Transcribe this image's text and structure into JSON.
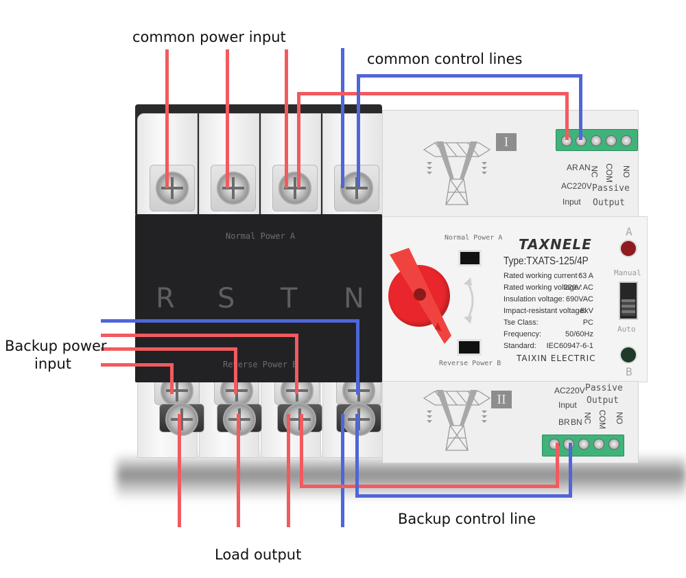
{
  "annotations": {
    "common_power_input": "common power input",
    "common_control_lines": "common control lines",
    "backup_power_input_line1": "Backup power",
    "backup_power_input_line2": "input",
    "backup_control_line": "Backup control line",
    "load_output": "Load output"
  },
  "device": {
    "black_panel": {
      "top_label": "Normal Power A",
      "bottom_label": "Reverse Power B",
      "phases": [
        "R",
        "S",
        "T",
        "N"
      ]
    },
    "selector": {
      "top_label": "Normal Power A",
      "bottom_label": "Reverse Power B",
      "position": "Reverse Power B"
    },
    "nameplate": {
      "brand": "TAXNELE",
      "type": "Type:TXATS-125/4P",
      "specs": [
        {
          "label": "Rated working current :",
          "value": "63 A"
        },
        {
          "label": "Rated working voltage :",
          "value": "220V AC"
        },
        {
          "label": "Insulation voltage:",
          "value": "690VAC"
        },
        {
          "label": "Impact-resistant voltage:",
          "value": "8kV"
        },
        {
          "label": "Tse Class:",
          "value": "PC"
        },
        {
          "label": "Frequency:",
          "value": "50/60Hz"
        },
        {
          "label": "Standard:",
          "value": "IEC60947-6-1"
        }
      ],
      "manufacturer": "TAIXIN ELECTRIC"
    },
    "indicators": {
      "a_label": "A",
      "b_label": "B",
      "a_color": "#8e1b1f",
      "b_color": "#1f3a26",
      "mode_top": "Manual",
      "mode_bottom": "Auto"
    },
    "top_module": {
      "roman": "I",
      "terminals": [
        "AR",
        "AN",
        "NC",
        "COM",
        "NO"
      ],
      "input_voltage": "AC220V",
      "input_label": "Input",
      "output_label_1": "Passive",
      "output_label_2": "Output"
    },
    "bottom_module": {
      "roman": "II",
      "terminals": [
        "BR",
        "BN",
        "NC",
        "COM",
        "NO"
      ],
      "input_voltage": "AC220V",
      "input_label": "Input",
      "output_label_1": "Passive",
      "output_label_2": "Output"
    }
  },
  "colors": {
    "live_wire": "#f25a5e",
    "neutral_wire": "#4f66d8",
    "terminal_green": "#3fb37a",
    "selector_red": "#e8262b"
  }
}
